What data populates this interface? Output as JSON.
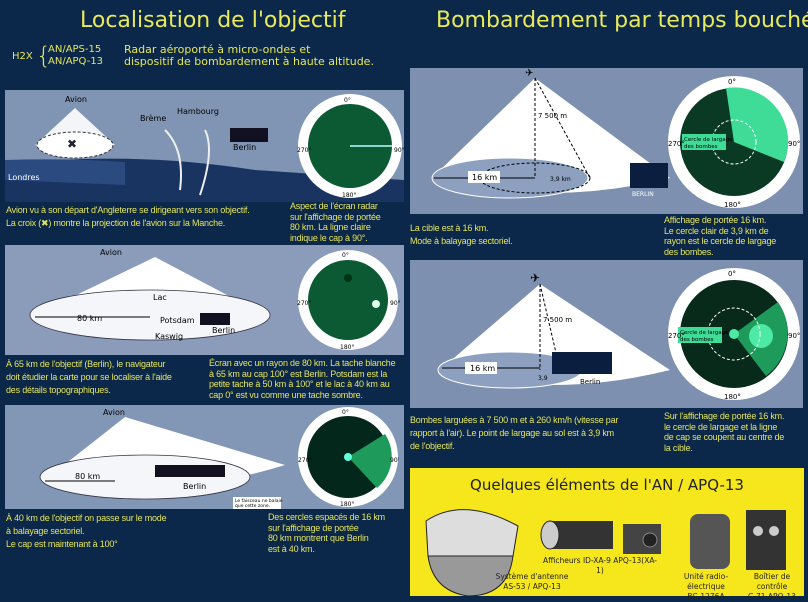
{
  "left": {
    "title": "Localisation de l'objectif",
    "h2x": {
      "label": "H2X",
      "models": [
        "AN/APS-15",
        "AN/APQ-13"
      ],
      "description": [
        "Radar aéroporté à micro-ondes et",
        "dispositif de bombardement à haute altitude."
      ]
    },
    "panels": [
      {
        "labels": {
          "plane": "Avion",
          "bremen": "Brème",
          "hamburg": "Hambourg",
          "berlin": "Berlin",
          "london": "Londres"
        },
        "caption": [
          "Avion vu à son départ d'Angleterre se dirigeant vers son objectif.",
          "La croix (✖) montre la projection de l'avion sur la Manche."
        ],
        "radar_caption": [
          "Aspect de l'écran radar",
          "sur l'affichage de portée",
          "80 km. La ligne claire",
          "indique le cap à 90°."
        ]
      },
      {
        "labels": {
          "plane": "Avion",
          "lake": "Lac",
          "range": "80 km",
          "potsdam": "Potsdam",
          "berlin": "Berlin",
          "kaswig": "Kaswig"
        },
        "caption": [
          "À 65 km de l'objectif (Berlin), le navigateur",
          "doit étudier la carte pour se localiser à l'aide",
          "des détails topographiques."
        ],
        "radar_caption": [
          "Écran avec un rayon de 80 km. La tache blanche",
          "à 65 km au cap 100° est Berlin. Potsdam est la",
          "petite tache à 50 km à 100° et le lac à 40 km au",
          "cap 0° est vu comme une tache sombre."
        ]
      },
      {
        "labels": {
          "plane": "Avion",
          "range": "80 km",
          "berlin": "Berlin",
          "beam_note": [
            "Le faisceau ne balaie",
            "que cette zone."
          ]
        },
        "caption": [
          "À 40 km de l'objectif on passe sur le mode",
          "à balayage sectoriel.",
          "Le cap est maintenant à 100°"
        ],
        "radar_caption": [
          "Des cercles espacés de 16 km",
          "sur l'affichage de portée",
          "80 km montrent que Berlin",
          "est à 40 km."
        ]
      }
    ]
  },
  "right": {
    "title": "Bombardement par temps bouché",
    "panels": [
      {
        "labels": {
          "altitude": "7 500 m",
          "range": "16 km",
          "drop_radius": "3,9 km",
          "berlin": "BERLIN",
          "drop_circle": [
            "Cercle de largage",
            "des bombes"
          ]
        },
        "caption": [
          "La cible est à 16 km.",
          "Mode à balayage sectoriel."
        ],
        "radar_caption": [
          "Affichage de portée 16 km.",
          "Le cercle clair de 3,9 km de",
          "rayon est le cercle de largage",
          "des bombes."
        ]
      },
      {
        "labels": {
          "altitude": "7 500 m",
          "range": "16 km",
          "drop_radius": "3,9",
          "berlin": "Berlin",
          "drop_circle": [
            "Cercle de largage",
            "des bombes"
          ]
        },
        "caption": [
          "Bombes larguées à 7 500 m et à 260 km/h (vitesse par",
          "rapport à l'air). Le point de largage au sol est à 3,9 km",
          "de l'objectif."
        ],
        "radar_caption": [
          "Sur l'affichage de portée 16 km.",
          "le cercle de largage et la ligne",
          "de cap se coupent au centre de",
          "la cible."
        ]
      }
    ]
  },
  "radar_bearings": [
    "0°",
    "90°",
    "180°",
    "270°"
  ],
  "components": {
    "title": "Quelques éléments de l'AN / APQ-13",
    "items": [
      {
        "name": [
          "Système d'antenne",
          "AS-53 / APQ-13"
        ]
      },
      {
        "name": [
          "Afficheurs ID-XA-9 APQ-13(XA-1)"
        ]
      },
      {
        "name": [
          "Unité radio-électrique",
          "BC-1276A"
        ]
      },
      {
        "name": [
          "Boîtier de contrôle",
          "C-71 APQ-13"
        ]
      }
    ]
  },
  "colors": {
    "background": "#0b2749",
    "text": "#e6e65a",
    "radar_screen": "#062a18",
    "radar_glow": "#3fe39a",
    "components_box": "#f6e61c"
  }
}
